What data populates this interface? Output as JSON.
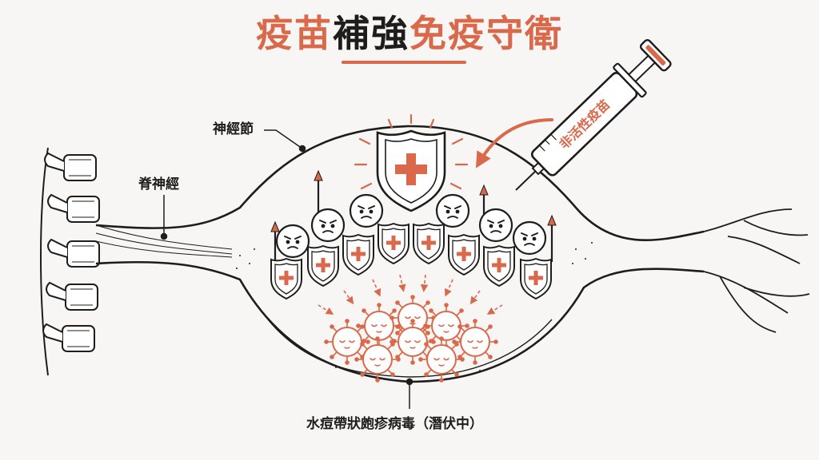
{
  "title": {
    "part1": "疫苗",
    "part2": "補強",
    "part3": "免疫守衛"
  },
  "labels": {
    "ganglion": "神經節",
    "spinal_nerve": "脊神經",
    "virus": "水痘帶狀皰疹病毒（潛伏中）",
    "syringe": "非活性疫苗"
  },
  "colors": {
    "accent": "#d9694a",
    "ink": "#1d1d1d",
    "background": "#f7f6f4"
  },
  "icons": [
    "vertebra-icon",
    "shield-cross-icon",
    "guard-cell-icon",
    "virus-icon",
    "syringe-icon",
    "curved-arrow-icon"
  ]
}
